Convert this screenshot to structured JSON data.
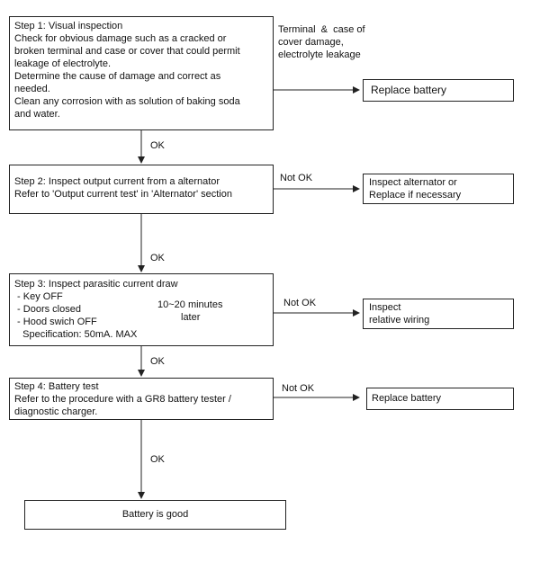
{
  "step1": {
    "lines": [
      "Step 1: Visual inspection",
      "Check for obvious damage such as a cracked or",
      "broken terminal and case or cover that could permit",
      "leakage of electrolyte.",
      "Determine the cause of damage and correct as",
      "needed.",
      "Clean any corrosion with as solution of baking soda",
      "and water."
    ],
    "side_note": [
      "Terminal  &  case of",
      "cover damage,",
      "electrolyte leakage"
    ],
    "result": "Replace battery"
  },
  "ok1": "OK",
  "step2": {
    "lines": [
      "Step 2: Inspect output current from a alternator",
      "Refer to 'Output current test' in 'Alternator' section"
    ],
    "branch": "Not OK",
    "result": [
      "Inspect alternator or",
      "Replace if necessary"
    ]
  },
  "ok2": "OK",
  "step3": {
    "lines": [
      "Step 3: Inspect parasitic current draw",
      " - Key OFF",
      " - Doors closed",
      " - Hood swich OFF",
      "   Specification: 50mA. MAX"
    ],
    "wait": [
      "10~20 minutes",
      "later"
    ],
    "branch": "Not OK",
    "result": [
      "Inspect",
      "relative wiring"
    ]
  },
  "ok3": "OK",
  "step4": {
    "lines": [
      "Step 4: Battery test",
      "Refer to the procedure with a GR8 battery tester /",
      "diagnostic charger."
    ],
    "branch": "Not OK",
    "result": "Replace battery"
  },
  "ok4": "OK",
  "final": "Battery is good"
}
